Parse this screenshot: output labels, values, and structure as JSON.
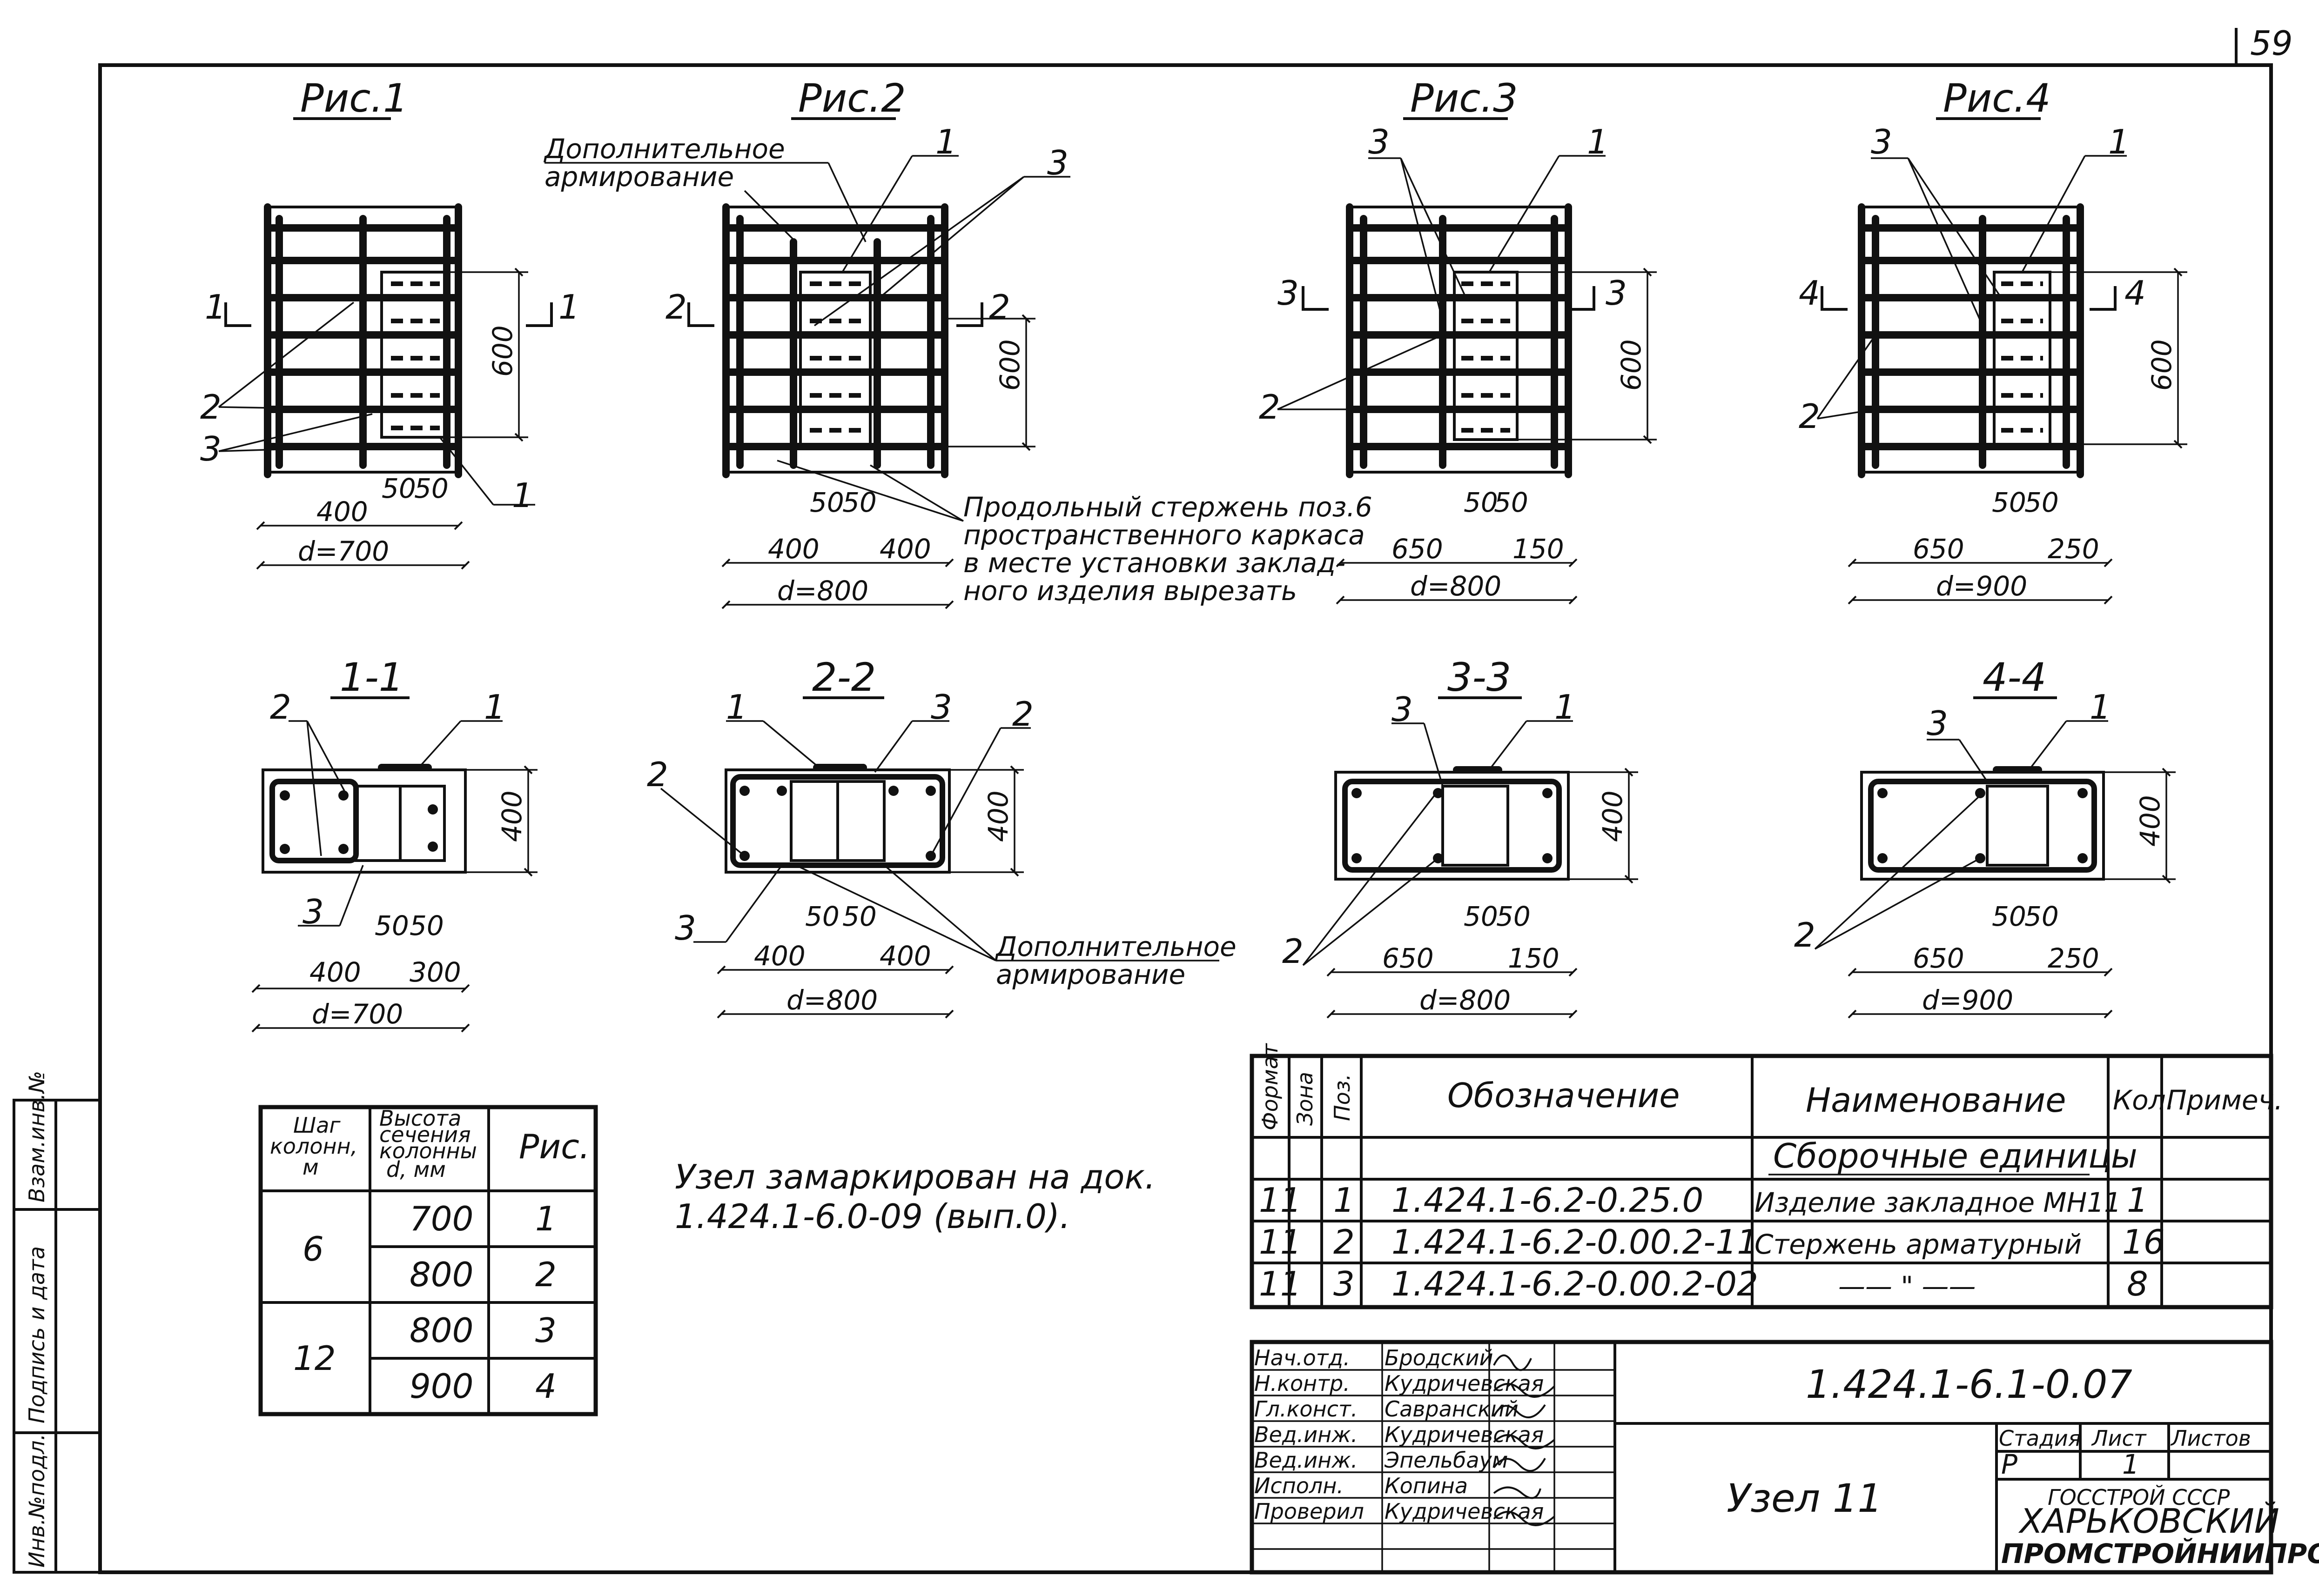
{
  "page_number": "59",
  "figures": [
    {
      "title": "Рис.1",
      "section_mark": "1",
      "bar_labels": {
        "top": "1",
        "left_a": "2",
        "left_b": "3",
        "right": "1"
      },
      "dims": {
        "h": "600",
        "a": "50",
        "b": "50",
        "w1": "400",
        "d": "d=700"
      }
    },
    {
      "title": "Рис.2",
      "section_mark": "2",
      "bar_labels": {
        "top": "1",
        "top2": "3"
      },
      "dims": {
        "h": "600",
        "a": "50",
        "b": "50",
        "w1": "400",
        "w2": "400",
        "d": "d=800"
      }
    },
    {
      "title": "Рис.3",
      "section_mark": "3",
      "bar_labels": {
        "top": "1",
        "top2": "3",
        "left": "2"
      },
      "dims": {
        "h": "600",
        "a": "50",
        "b": "50",
        "w1": "650",
        "w2": "150",
        "d": "d=800"
      }
    },
    {
      "title": "Рис.4",
      "section_mark": "4",
      "bar_labels": {
        "top": "1",
        "top2": "3",
        "left": "2"
      },
      "dims": {
        "h": "600",
        "a": "50",
        "b": "50",
        "w1": "650",
        "w2": "250",
        "d": "d=900"
      }
    }
  ],
  "notes": {
    "additional_reinforcement": "Дополнительное армирование",
    "additional_reinforcement_l1": "Дополнительное",
    "additional_reinforcement_l2": "армирование",
    "cut_note_l1": "Продольный стержень поз.6",
    "cut_note_l2": "пространственного каркаса",
    "cut_note_l3": "в месте установки заклад-",
    "cut_note_l4": "ного изделия вырезать",
    "node_marked_l1": "Узел замаркирован на док.",
    "node_marked_l2": "1.424.1-6.0-09 (вып.0)."
  },
  "sections": [
    {
      "title": "1-1",
      "labels": {
        "a": "2",
        "b": "1",
        "c": "3"
      },
      "dims": {
        "h": "400",
        "a": "50",
        "b": "50",
        "w1": "400",
        "w2": "300",
        "d": "d=700"
      }
    },
    {
      "title": "2-2",
      "labels": {
        "a": "2",
        "b": "1",
        "c": "3",
        "d": "2",
        "e": "3"
      },
      "dims": {
        "h": "400",
        "a": "50",
        "b": "50",
        "w1": "400",
        "w2": "400",
        "d": "d=800"
      }
    },
    {
      "title": "3-3",
      "labels": {
        "a": "3",
        "b": "1",
        "c": "2"
      },
      "dims": {
        "h": "400",
        "a": "50",
        "b": "50",
        "w1": "650",
        "w2": "150",
        "d": "d=800"
      }
    },
    {
      "title": "4-4",
      "labels": {
        "a": "3",
        "b": "1",
        "c": "2"
      },
      "dims": {
        "h": "400",
        "a": "50",
        "b": "50",
        "w1": "650",
        "w2": "250",
        "d": "d=900"
      }
    }
  ],
  "step_table": {
    "headers": {
      "step_l1": "Шаг",
      "step_l2": "колонн,",
      "step_l3": "м",
      "height_l1": "Высота",
      "height_l2": "сечения",
      "height_l3": "колонны",
      "height_l4": "d, мм",
      "fig": "Рис."
    },
    "rows": [
      {
        "step": "6",
        "height": "700",
        "fig": "1"
      },
      {
        "step": "",
        "height": "800",
        "fig": "2"
      },
      {
        "step": "12",
        "height": "800",
        "fig": "3"
      },
      {
        "step": "",
        "height": "900",
        "fig": "4"
      }
    ]
  },
  "spec_table": {
    "headers": {
      "format": "Формат",
      "zone": "Зона",
      "pos": "Поз.",
      "designation": "Обозначение",
      "name": "Наименование",
      "qty": "Кол.",
      "note": "Примеч."
    },
    "group_title": "Сборочные единицы",
    "rows": [
      {
        "format": "11",
        "pos": "1",
        "designation": "1.424.1-6.2-0.25.0",
        "name": "Изделие закладное МН11",
        "qty": "1"
      },
      {
        "format": "11",
        "pos": "2",
        "designation": "1.424.1-6.2-0.00.2-11",
        "name": "Стержень арматурный",
        "qty": "16"
      },
      {
        "format": "11",
        "pos": "3",
        "designation": "1.424.1-6.2-0.00.2-02",
        "name": "—— \" ——",
        "qty": "8"
      }
    ]
  },
  "title_block": {
    "document_code": "1.424.1-6.1-0.07",
    "title": "Узел 11",
    "stage_label": "Стадия",
    "sheet_label": "Лист",
    "sheets_label": "Листов",
    "stage": "Р",
    "sheet": "1",
    "org_l1": "ГОССТРОЙ СССР",
    "org_l2": "ХАРЬКОВСКИЙ",
    "org_l3": "ПРОМСТРОЙНИИПРОЕКТ",
    "signatures": [
      {
        "role": "Нач.отд.",
        "name": "Бродский"
      },
      {
        "role": "Н.контр.",
        "name": "Кудричевская"
      },
      {
        "role": "Гл.конст.",
        "name": "Савранский"
      },
      {
        "role": "Вед.инж.",
        "name": "Кудричевская"
      },
      {
        "role": "Вед.инж.",
        "name": "Эпельбаум"
      },
      {
        "role": "Исполн.",
        "name": "Копина"
      },
      {
        "role": "Проверил",
        "name": "Кудричевская"
      }
    ]
  },
  "side_stamp": {
    "inv_orig": "Инв.№подл.",
    "sign_date": "Подпись и дата",
    "inv_repl": "Взам.инв.№"
  }
}
